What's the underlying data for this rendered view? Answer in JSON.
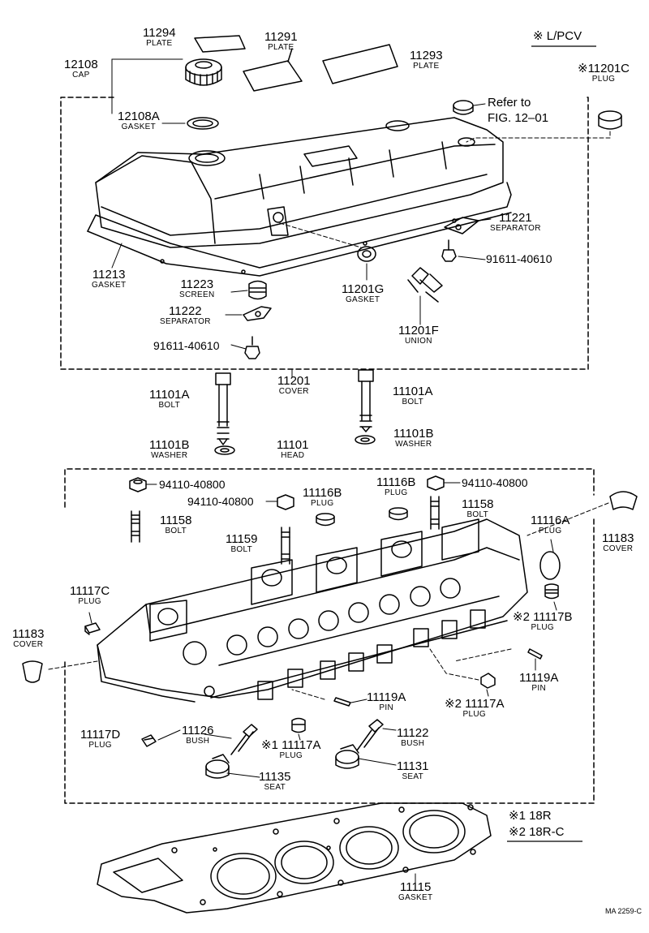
{
  "legend_top": "※ L/PCV",
  "legend_bottom": [
    "※1  18R",
    "※2  18R-C"
  ],
  "refer_note": [
    "Refer to",
    "FIG. 12–01"
  ],
  "footer_code": "MA 2259-C",
  "parts": {
    "p11294": {
      "number": "11294",
      "name": "PLATE"
    },
    "p11291": {
      "number": "11291",
      "name": "PLATE"
    },
    "p11293": {
      "number": "11293",
      "name": "PLATE"
    },
    "p12108": {
      "number": "12108",
      "name": "CAP"
    },
    "p12108A": {
      "number": "12108A",
      "name": "GASKET"
    },
    "p11201C": {
      "number": "※11201C",
      "name": "PLUG"
    },
    "p11213": {
      "number": "11213",
      "name": "GASKET"
    },
    "p11221": {
      "number": "11221",
      "name": "SEPARATOR"
    },
    "p91611a": {
      "number": "91611-40610",
      "name": ""
    },
    "p11223": {
      "number": "11223",
      "name": "SCREEN"
    },
    "p11222": {
      "number": "11222",
      "name": "SEPARATOR"
    },
    "p91611b": {
      "number": "91611-40610",
      "name": ""
    },
    "p11201G": {
      "number": "11201G",
      "name": "GASKET"
    },
    "p11201F": {
      "number": "11201F",
      "name": "UNION"
    },
    "p11201": {
      "number": "11201",
      "name": "COVER"
    },
    "p11101A_l": {
      "number": "11101A",
      "name": "BOLT"
    },
    "p11101A_r": {
      "number": "11101A",
      "name": "BOLT"
    },
    "p11101B_l": {
      "number": "11101B",
      "name": "WASHER"
    },
    "p11101B_r": {
      "number": "11101B",
      "name": "WASHER"
    },
    "p11101": {
      "number": "11101",
      "name": "HEAD"
    },
    "p94110a": {
      "number": "94110-40800",
      "name": ""
    },
    "p94110b": {
      "number": "94110-40800",
      "name": ""
    },
    "p94110c": {
      "number": "94110-40800",
      "name": ""
    },
    "p11116B_l": {
      "number": "11116B",
      "name": "PLUG"
    },
    "p11116B_r": {
      "number": "11116B",
      "name": "PLUG"
    },
    "p11158_l": {
      "number": "11158",
      "name": "BOLT"
    },
    "p11158_r": {
      "number": "11158",
      "name": "BOLT"
    },
    "p11159": {
      "number": "11159",
      "name": "BOLT"
    },
    "p11116A": {
      "number": "11116A",
      "name": "PLUG"
    },
    "p11183_r": {
      "number": "11183",
      "name": "COVER"
    },
    "p11183_l": {
      "number": "11183",
      "name": "COVER"
    },
    "p11117C": {
      "number": "11117C",
      "name": "PLUG"
    },
    "p11117B": {
      "number": "※2 11117B",
      "name": "PLUG"
    },
    "p11119A_r": {
      "number": "11119A",
      "name": "PIN"
    },
    "p11119A_l": {
      "number": "11119A",
      "name": "PIN"
    },
    "p11117A2": {
      "number": "※2 11117A",
      "name": "PLUG"
    },
    "p11117D": {
      "number": "11117D",
      "name": "PLUG"
    },
    "p11126": {
      "number": "11126",
      "name": "BUSH"
    },
    "p11117A1": {
      "number": "※1 11117A",
      "name": "PLUG"
    },
    "p11122": {
      "number": "11122",
      "name": "BUSH"
    },
    "p11135": {
      "number": "11135",
      "name": "SEAT"
    },
    "p11131": {
      "number": "11131",
      "name": "SEAT"
    },
    "p11115": {
      "number": "11115",
      "name": "GASKET"
    }
  }
}
